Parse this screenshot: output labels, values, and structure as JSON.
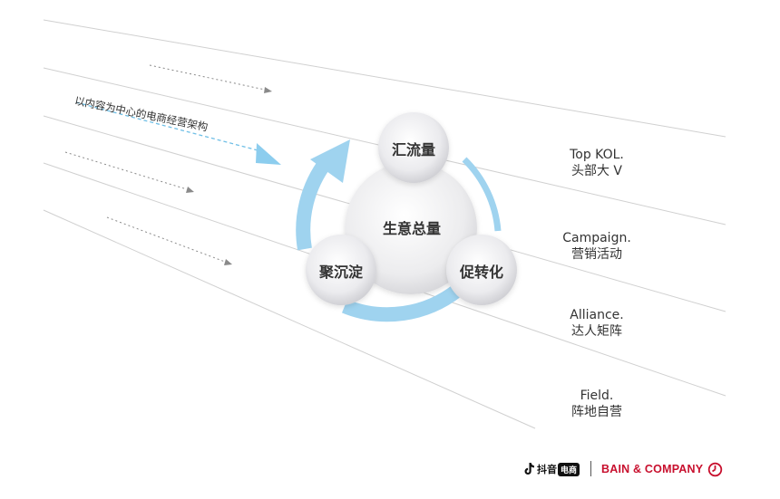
{
  "diagram": {
    "slanted_text": "以内容为中心的电商经营架构",
    "center": "生意总量",
    "nodes": {
      "top": "汇流量",
      "right": "促转化",
      "left": "聚沉淀"
    },
    "colors": {
      "arrow": "#9fd3ef",
      "line": "#cfcfcf",
      "dashed_blue": "#6fbfe6",
      "dashed_gray": "#8a8a8a",
      "text": "#333333"
    }
  },
  "legend": [
    {
      "en": "Top KOL.",
      "zh": "头部大 V"
    },
    {
      "en": "Campaign.",
      "zh": "营销活动"
    },
    {
      "en": "Alliance.",
      "zh": "达人矩阵"
    },
    {
      "en": "Field.",
      "zh": "阵地自营"
    }
  ],
  "footer": {
    "douyin_name": "抖音",
    "douyin_badge": "电商",
    "bain": "BAIN & COMPANY",
    "bain_icon": "bain-clock-icon",
    "douyin_icon": "musical-note-icon",
    "bain_color": "#c8102e"
  }
}
